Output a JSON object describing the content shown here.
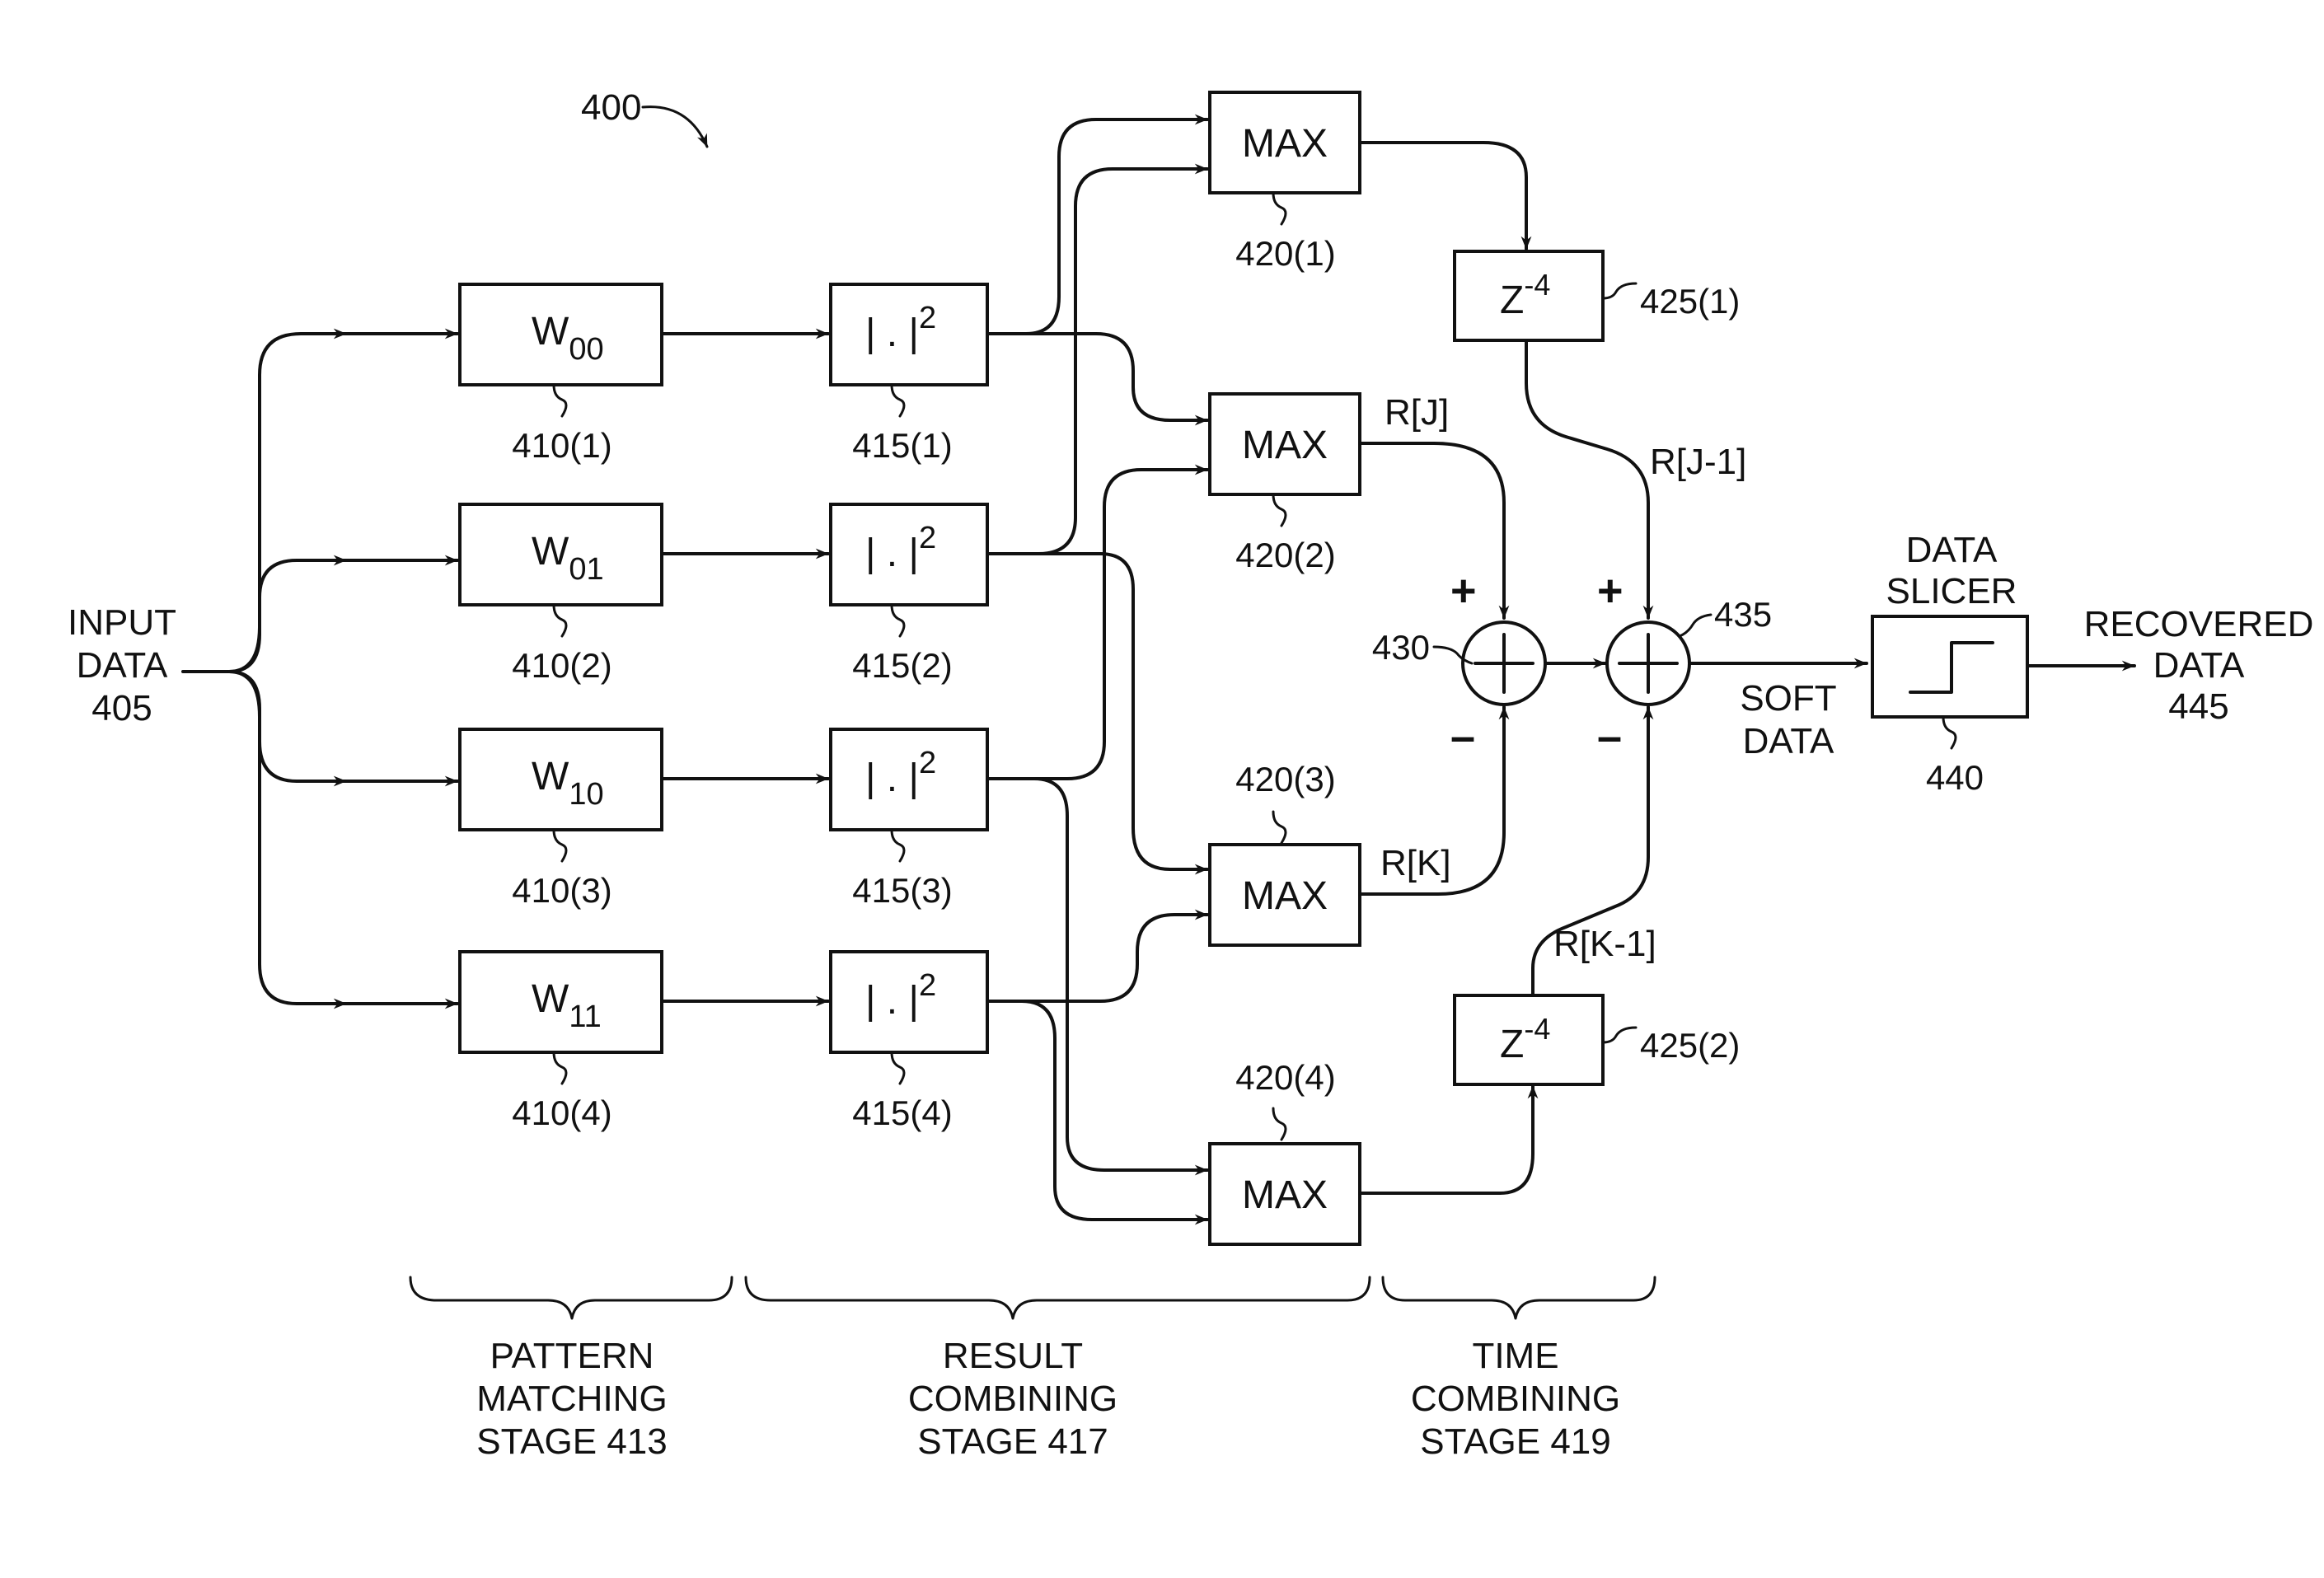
{
  "figure_ref": "400",
  "input": {
    "line1": "INPUT",
    "line2": "DATA",
    "ref": "405"
  },
  "filters": [
    {
      "label": "W",
      "sub": "00",
      "ref": "410(1)"
    },
    {
      "label": "W",
      "sub": "01",
      "ref": "410(2)"
    },
    {
      "label": "W",
      "sub": "10",
      "ref": "410(3)"
    },
    {
      "label": "W",
      "sub": "11",
      "ref": "410(4)"
    }
  ],
  "magnitudes": [
    {
      "label": "| . |",
      "exp": "2",
      "ref": "415(1)"
    },
    {
      "label": "| . |",
      "exp": "2",
      "ref": "415(2)"
    },
    {
      "label": "| . |",
      "exp": "2",
      "ref": "415(3)"
    },
    {
      "label": "| . |",
      "exp": "2",
      "ref": "415(4)"
    }
  ],
  "max_blocks": [
    {
      "label": "MAX",
      "ref": "420(1)"
    },
    {
      "label": "MAX",
      "ref": "420(2)"
    },
    {
      "label": "MAX",
      "ref": "420(3)"
    },
    {
      "label": "MAX",
      "ref": "420(4)"
    }
  ],
  "delays": [
    {
      "label": "Z",
      "exp": "-4",
      "ref": "425(1)"
    },
    {
      "label": "Z",
      "exp": "-4",
      "ref": "425(2)"
    }
  ],
  "signals": {
    "rj": "R[J]",
    "rk": "R[K]",
    "rj1": "R[J-1]",
    "rk1": "R[K-1]"
  },
  "summers": [
    {
      "ref": "430",
      "plus": "+",
      "minus": "–"
    },
    {
      "ref": "435",
      "plus": "+",
      "minus": "–"
    }
  ],
  "soft_data": {
    "line1": "SOFT",
    "line2": "DATA"
  },
  "slicer": {
    "line1": "DATA",
    "line2": "SLICER",
    "ref": "440"
  },
  "output": {
    "line1": "RECOVERED",
    "line2": "DATA",
    "ref": "445"
  },
  "stages": [
    {
      "line1": "PATTERN",
      "line2": "MATCHING",
      "line3": "STAGE 413"
    },
    {
      "line1": "RESULT",
      "line2": "COMBINING",
      "line3": "STAGE 417"
    },
    {
      "line1": "TIME",
      "line2": "COMBINING",
      "line3": "STAGE 419"
    }
  ]
}
